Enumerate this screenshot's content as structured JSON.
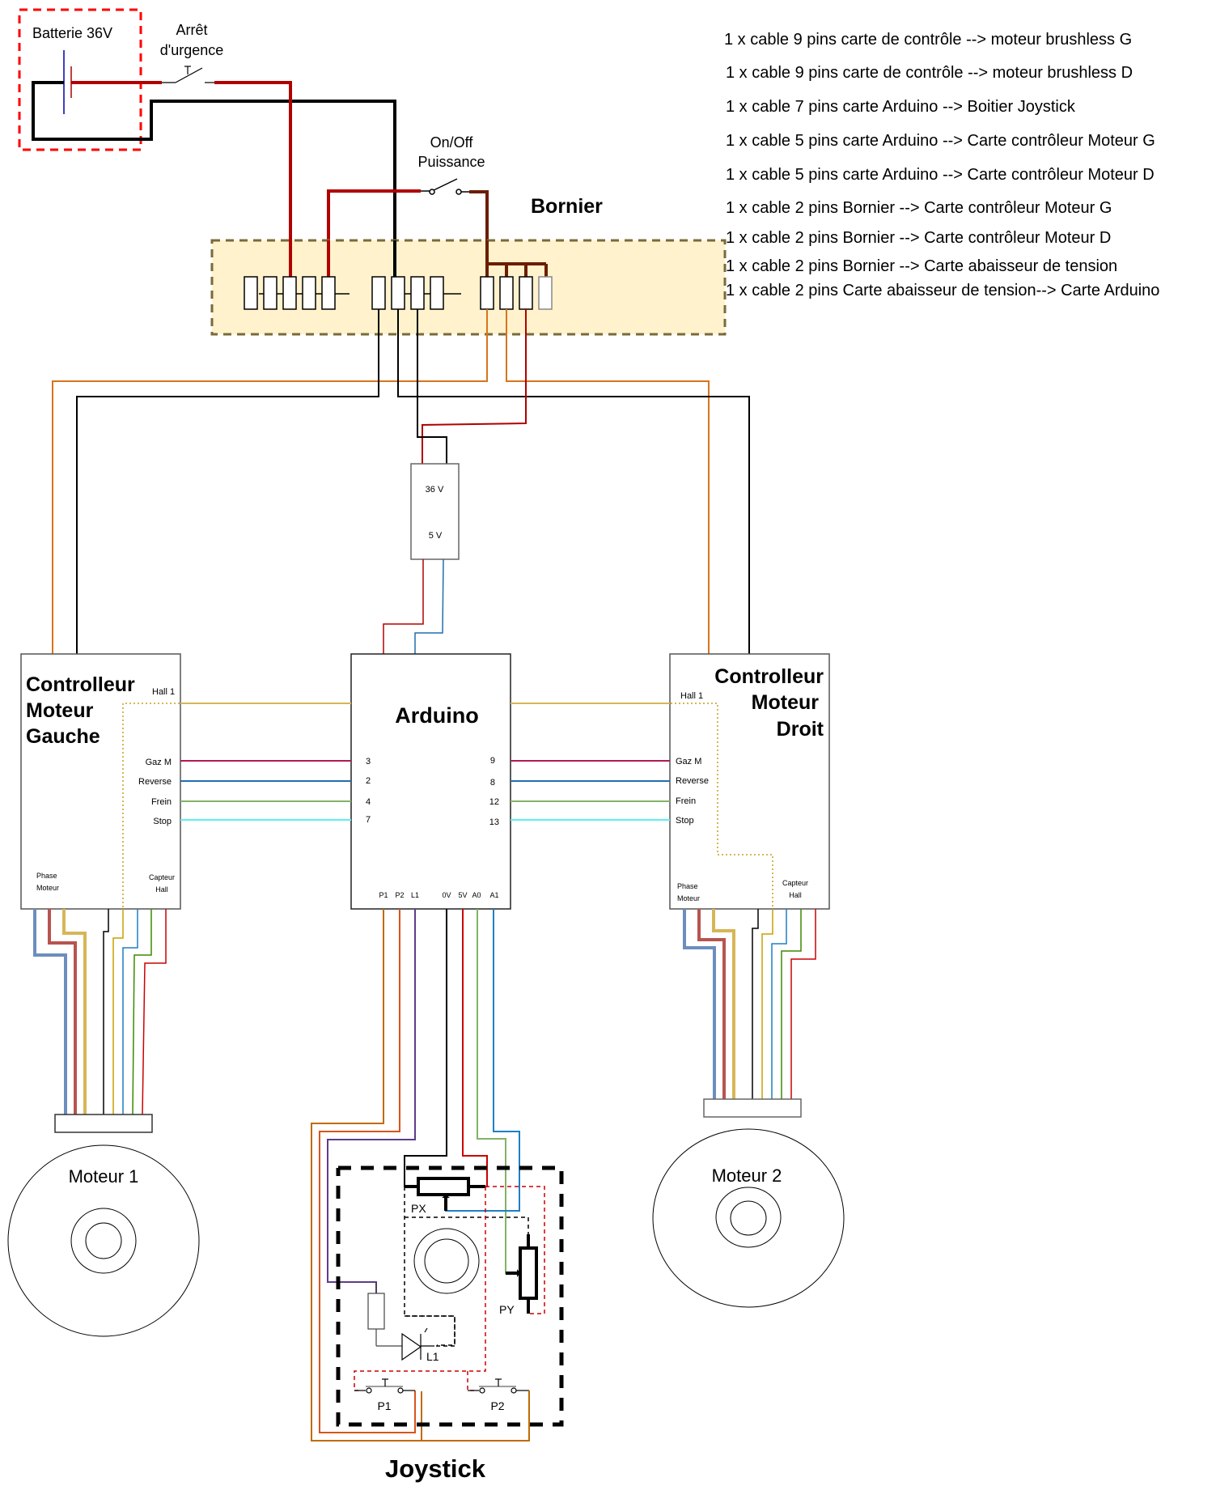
{
  "battery": {
    "label": "Batterie 36V"
  },
  "emergency_stop": {
    "label_line1": "Arrêt",
    "label_line2": "d'urgence"
  },
  "power_switch": {
    "label_line1": "On/Off",
    "label_line2": "Puissance"
  },
  "bornier": {
    "label": "Bornier"
  },
  "converter": {
    "input_label": "36 V",
    "output_label": "5 V"
  },
  "controller_left": {
    "title_lines": [
      "Controlleur",
      "Moteur",
      "Gauche"
    ],
    "hall_label": "Hall 1",
    "signals": [
      "Gaz M",
      "Reverse",
      "Frein",
      "Stop"
    ],
    "phase_label_line1": "Phase",
    "phase_label_line2": "Moteur",
    "hall_sensor_line1": "Capteur",
    "hall_sensor_line2": "Hall"
  },
  "controller_right": {
    "title_lines": [
      "Controlleur",
      "Moteur",
      "Droit"
    ],
    "hall_label": "Hall 1",
    "signals": [
      "Gaz M",
      "Reverse",
      "Frein",
      "Stop"
    ],
    "phase_label_line1": "Phase",
    "phase_label_line2": "Moteur",
    "hall_sensor_line1": "Capteur",
    "hall_sensor_line2": "Hall"
  },
  "arduino": {
    "title": "Arduino",
    "left_pins": [
      "3",
      "2",
      "4",
      "7"
    ],
    "right_pins": [
      "9",
      "8",
      "12",
      "13"
    ],
    "bottom_pins": [
      "P1",
      "P2",
      "L1",
      "0V",
      "5V",
      "A0",
      "A1"
    ]
  },
  "motor_left": {
    "label": "Moteur 1"
  },
  "motor_right": {
    "label": "Moteur 2"
  },
  "joystick": {
    "title": "Joystick",
    "px_label": "PX",
    "py_label": "PY",
    "led_label": "L1",
    "button1_label": "P1",
    "button2_label": "P2"
  },
  "cable_list": [
    "1 x  cable 9 pins carte de contrôle --> moteur brushless G",
    "1 x cable 9 pins carte de contrôle --> moteur brushless D",
    "1 x cable 7 pins carte Arduino -->  Boitier Joystick",
    "1 x cable 5 pins carte Arduino --> Carte contrôleur Moteur G",
    "1 x cable 5 pins carte Arduino --> Carte contrôleur Moteur D",
    "1 x cable 2 pins Bornier --> Carte contrôleur Moteur G",
    "1 x cable 2 pins Bornier --> Carte contrôleur Moteur D",
    "1 x cable 2 pins Bornier --> Carte abaisseur de tension",
    "1 x cable 2 pins Carte abaisseur de tension--> Carte Arduino"
  ],
  "colors": {
    "power_red": "#b20000",
    "ground_black": "#000000",
    "brown": "#6b1d00",
    "orange": "#d9741c",
    "hall_yellow": "#d6b656",
    "gaz_magenta": "#b3185a",
    "reverse_blue": "#1f6fb0",
    "frein_green": "#82b366",
    "stop_cyan": "#5af0f0",
    "bornier_fill": "#fff2cc",
    "bornier_border": "#7a6a3a",
    "battery_box": "#ff0000"
  }
}
